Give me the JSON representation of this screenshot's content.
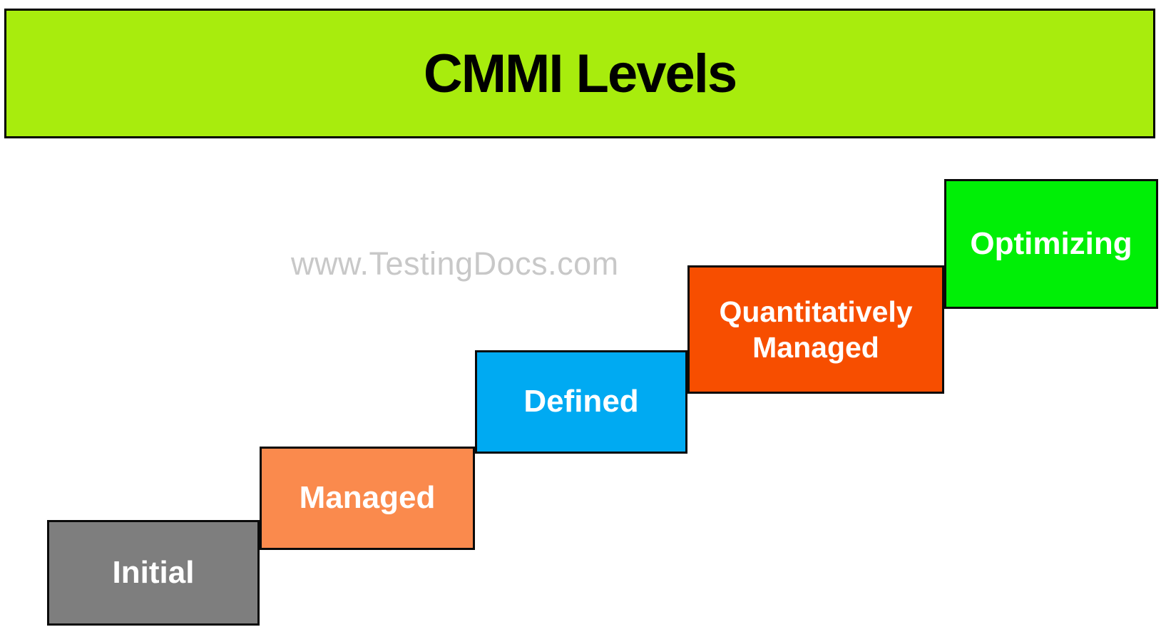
{
  "diagram": {
    "title": {
      "text": "CMMI Levels",
      "bg_color": "#A8EC0D",
      "text_color": "#000000"
    },
    "watermark": {
      "text": "www.TestingDocs.com",
      "color": "#C8C8C8"
    },
    "background_color": "#FFFFFF",
    "box_border_color": "#000000",
    "label_text_color": "#FFFFFF",
    "levels": [
      {
        "order": 1,
        "label": "Initial",
        "color": "#7E7E7E"
      },
      {
        "order": 2,
        "label": "Managed",
        "color": "#FA8A4D"
      },
      {
        "order": 3,
        "label": "Defined",
        "color": "#00AAF2"
      },
      {
        "order": 4,
        "label": "Quantitatively Managed",
        "color": "#F74E00"
      },
      {
        "order": 5,
        "label": "Optimizing",
        "color": "#00EF06"
      }
    ]
  }
}
